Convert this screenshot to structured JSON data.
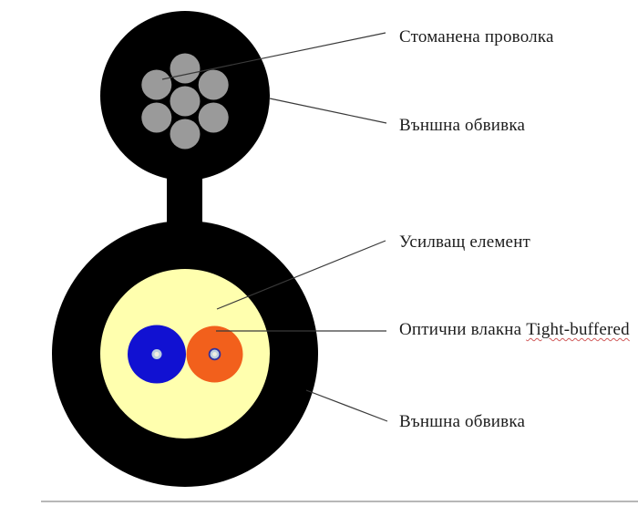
{
  "diagram": {
    "labels": {
      "steel_wire": "Стоманена проволка",
      "outer_sheath_top": "Външна обвивка",
      "strength_member": "Усилващ елемент",
      "optical_fibers_prefix": "Оптични влакна ",
      "optical_fibers_term": "Tight-buffered",
      "outer_sheath_bottom": "Външна обвивка"
    },
    "colors": {
      "jacket_black": "#000000",
      "steel_wire_gray": "#9a9a9a",
      "strength_member_yellow": "#ffffae",
      "fiber_blue": "#1111d2",
      "fiber_orange": "#f2601c",
      "fiber_buffer_navy": "#31319e",
      "fiber_cladding_light": "#bccfe0",
      "fiber_core_white": "#f1efe0",
      "leader_line": "#3a3a3a",
      "spellcheck_underline": "#d05a5a",
      "page_rule_gray": "#a0a0a0"
    }
  }
}
